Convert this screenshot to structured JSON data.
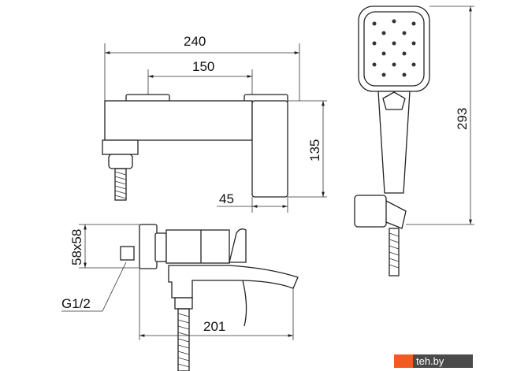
{
  "dimensions": {
    "total_width": "240",
    "mount_spacing": "150",
    "height": "135",
    "handle_width": "45",
    "hand_shower_length": "293",
    "wall_plate": "58x58",
    "thread": "G1/2",
    "spout_reach": "201"
  },
  "logo": {
    "text": "teh.by",
    "accent": "#f15a22",
    "bg": "#4a4a4a"
  }
}
